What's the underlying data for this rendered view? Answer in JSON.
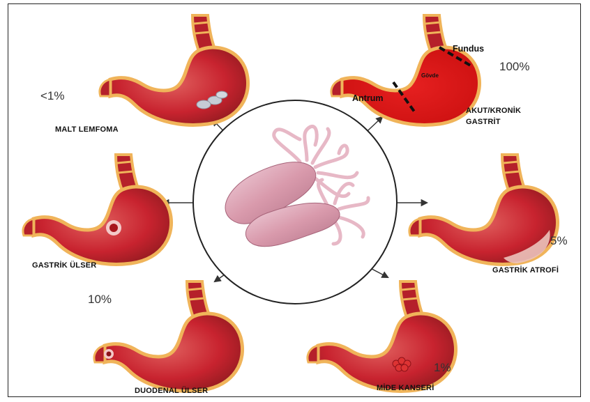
{
  "outcomes": {
    "malt": {
      "label": "MALT LEMFOMA",
      "percent": "<1%",
      "icon": "stomach-lymphoma-icon"
    },
    "gastritis": {
      "label_line1": "AKUT/KRONİK",
      "label_line2": "GASTRİT",
      "percent": "100%",
      "regions": {
        "fundus": "Fundus",
        "body": "Gövde",
        "antrum": "Antrum"
      },
      "icon": "stomach-gastritis-icon"
    },
    "gastric_ulcer": {
      "label": "GASTRİK ÜLSER",
      "icon": "stomach-gastric-ulcer-icon"
    },
    "atrophy": {
      "label": "GASTRİK ATROFİ",
      "percent": "5%",
      "icon": "stomach-atrophy-icon"
    },
    "duodenal_ulcer": {
      "label": "DUODENAL ÜLSER",
      "percent": "10%",
      "icon": "stomach-duodenal-ulcer-icon"
    },
    "cancer": {
      "label": "MİDE KANSERİ",
      "percent": "1%",
      "icon": "stomach-cancer-icon"
    }
  },
  "center": {
    "icon": "h-pylori-bacteria-icon"
  },
  "colors": {
    "stomach_red": "#c8232f",
    "stomach_outline": "#f0b45a",
    "esophagus": "#b5202a",
    "gastritis_red": "#e01a1a",
    "arrow": "#333333"
  }
}
